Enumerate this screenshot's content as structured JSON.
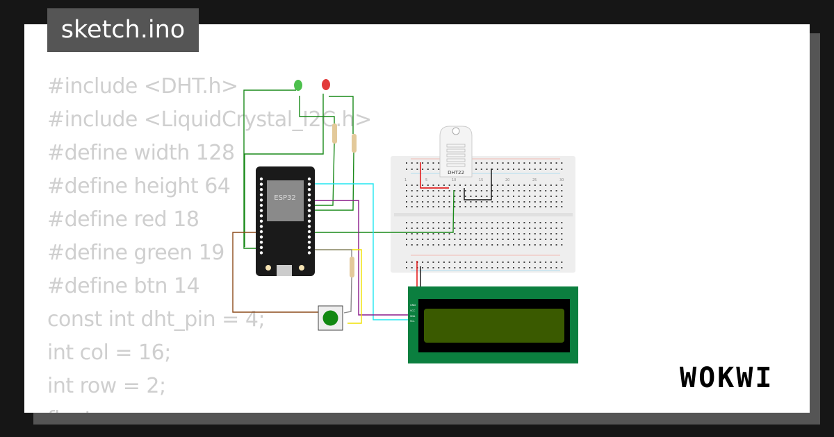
{
  "title": "sketch.ino",
  "code_lines": [
    "#include <DHT.h>",
    "#include <LiquidCrystal_I2C.h>",
    "#define width 128",
    "#define height 64",
    "#define red 18",
    "#define green 19",
    "#define btn 14",
    "const int dht_pin = 4;",
    "int col = 16;",
    "int row = 2;",
    "float"
  ],
  "circuit": {
    "mcu_label": "ESP32",
    "sensor_label": "DHT22",
    "lcd_pins": [
      "GND",
      "VCC",
      "SDA",
      "SCL"
    ],
    "breadboard_numbers": [
      "1",
      "5",
      "10",
      "15",
      "20",
      "25",
      "30"
    ]
  },
  "logo": "WOKWI",
  "colors": {
    "card": "#ffffff",
    "frame": "#555555",
    "background": "#161616",
    "code_text": "#cfcfcf",
    "lcd_board": "#0b7f3f",
    "lcd_screen": "#3a5a00"
  }
}
